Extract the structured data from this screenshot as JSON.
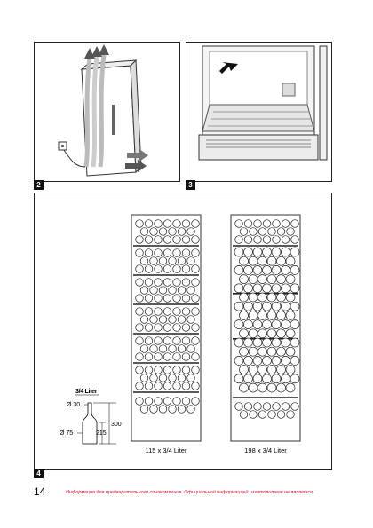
{
  "figures": {
    "fig2": {
      "number": "2"
    },
    "fig3": {
      "number": "3"
    },
    "fig4": {
      "number": "4",
      "bottle": {
        "title": "3/4 Liter",
        "neck_diameter": "Ø 30",
        "body_diameter": "Ø 75",
        "body_height": "215",
        "total_height": "300"
      },
      "left_rack_caption": "115 x 3/4 Liter",
      "right_rack_caption": "198 x 3/4 Liter"
    }
  },
  "page": {
    "number": "14",
    "footer_note": "Информация для предварительного ознакомления. Официальной информацией изготовителя не является."
  }
}
